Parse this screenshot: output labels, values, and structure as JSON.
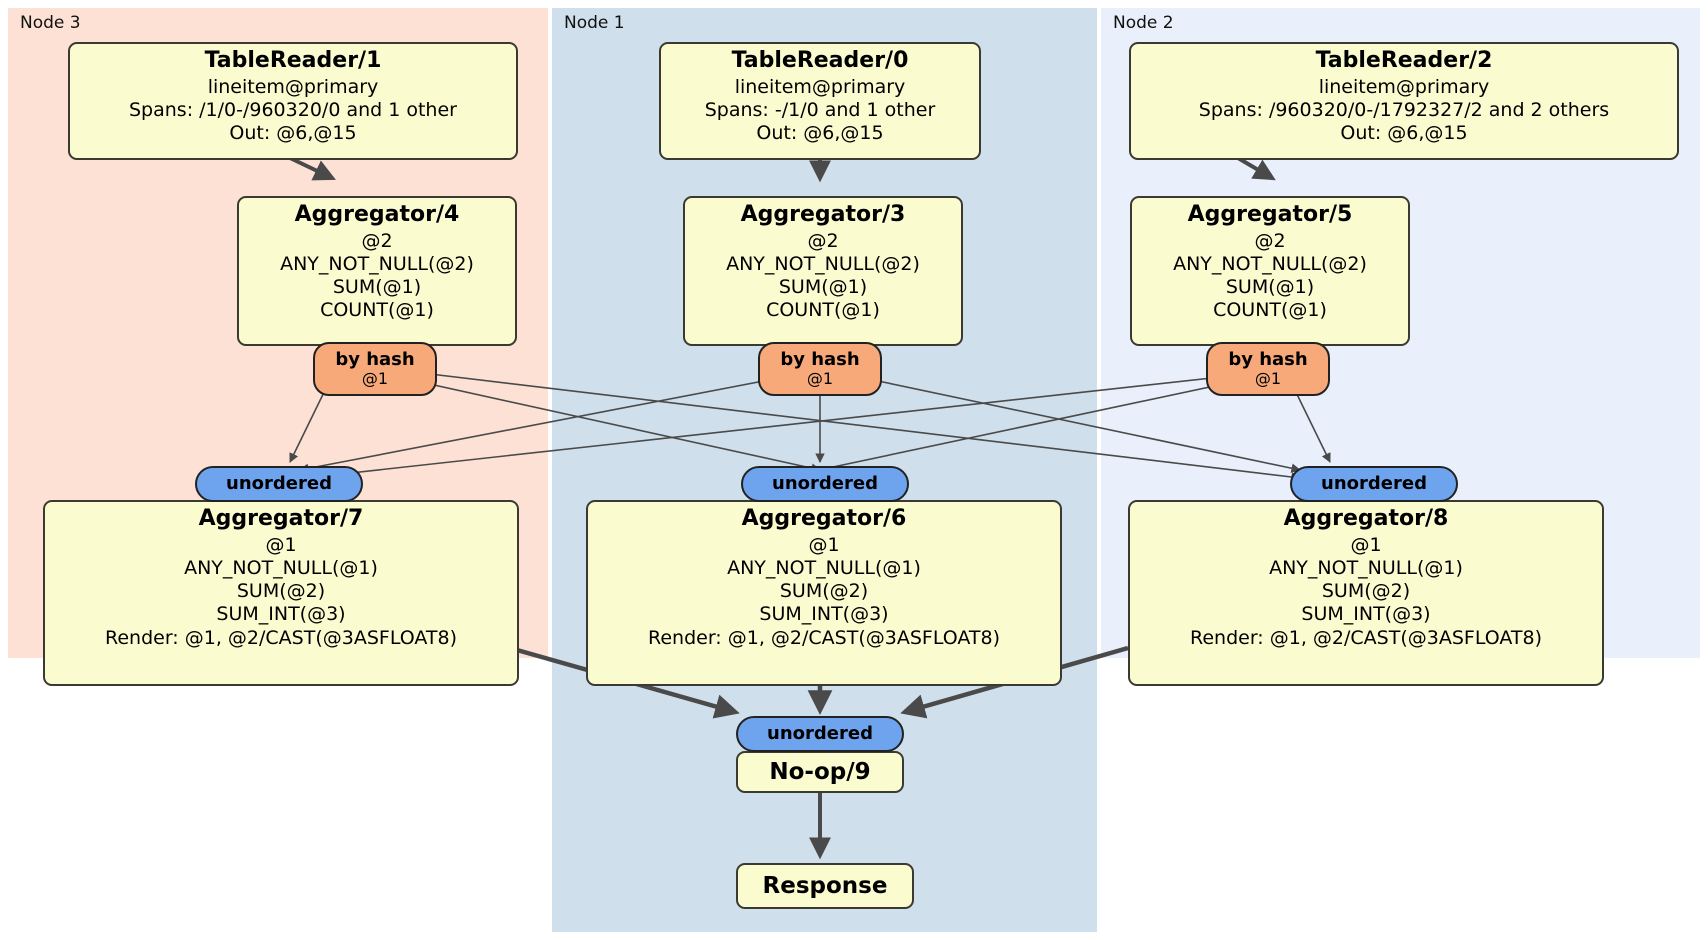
{
  "nodes": [
    {
      "id": "node3",
      "label": "Node 3"
    },
    {
      "id": "node1",
      "label": "Node 1"
    },
    {
      "id": "node2",
      "label": "Node 2"
    }
  ],
  "processors": {
    "tablereader1": {
      "title": "TableReader/1",
      "lines": [
        "lineitem@primary",
        "Spans: /1/0-/960320/0 and 1 other",
        "Out: @6,@15"
      ]
    },
    "tablereader0": {
      "title": "TableReader/0",
      "lines": [
        "lineitem@primary",
        "Spans: -/1/0 and 1 other",
        "Out: @6,@15"
      ]
    },
    "tablereader2": {
      "title": "TableReader/2",
      "lines": [
        "lineitem@primary",
        "Spans: /960320/0-/1792327/2 and 2 others",
        "Out: @6,@15"
      ]
    },
    "aggregator4": {
      "title": "Aggregator/4",
      "lines": [
        "@2",
        "ANY_NOT_NULL(@2)",
        "SUM(@1)",
        "COUNT(@1)"
      ]
    },
    "aggregator3": {
      "title": "Aggregator/3",
      "lines": [
        "@2",
        "ANY_NOT_NULL(@2)",
        "SUM(@1)",
        "COUNT(@1)"
      ]
    },
    "aggregator5": {
      "title": "Aggregator/5",
      "lines": [
        "@2",
        "ANY_NOT_NULL(@2)",
        "SUM(@1)",
        "COUNT(@1)"
      ]
    },
    "aggregator7": {
      "title": "Aggregator/7",
      "lines": [
        "@1",
        "ANY_NOT_NULL(@1)",
        "SUM(@2)",
        "SUM_INT(@3)",
        "Render: @1, @2/CAST(@3ASFLOAT8)"
      ]
    },
    "aggregator6": {
      "title": "Aggregator/6",
      "lines": [
        "@1",
        "ANY_NOT_NULL(@1)",
        "SUM(@2)",
        "SUM_INT(@3)",
        "Render: @1, @2/CAST(@3ASFLOAT8)"
      ]
    },
    "aggregator8": {
      "title": "Aggregator/8",
      "lines": [
        "@1",
        "ANY_NOT_NULL(@1)",
        "SUM(@2)",
        "SUM_INT(@3)",
        "Render: @1, @2/CAST(@3ASFLOAT8)"
      ]
    },
    "noop9": {
      "title": "No-op/9"
    },
    "response": {
      "title": "Response"
    }
  },
  "routers": {
    "hash_left": {
      "type": "by hash",
      "column": "@1"
    },
    "hash_center": {
      "type": "by hash",
      "column": "@1"
    },
    "hash_right": {
      "type": "by hash",
      "column": "@1"
    },
    "unordered_left": {
      "label": "unordered"
    },
    "unordered_center": {
      "label": "unordered"
    },
    "unordered_right": {
      "label": "unordered"
    },
    "unordered_final": {
      "label": "unordered"
    }
  },
  "colors": {
    "node3_bg": "#fce1d4",
    "node1_bg": "#cfdfeb",
    "node2_bg": "#e9f0fb",
    "box_bg": "#fbfbd0",
    "box_border": "#3a3a32",
    "hash_bg": "#f7a97a",
    "unordered_bg": "#6ea4ee",
    "edge": "#4a4a4a"
  }
}
